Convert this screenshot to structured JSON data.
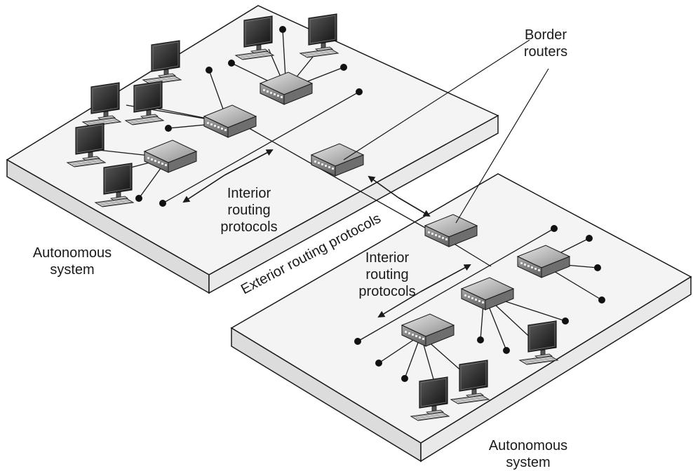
{
  "labels": {
    "border_routers_line1": "Border",
    "border_routers_line2": "routers",
    "interior_left_line1": "Interior",
    "interior_left_line2": "routing",
    "interior_left_line3": "protocols",
    "interior_right_line1": "Interior",
    "interior_right_line2": "routing",
    "interior_right_line3": "protocols",
    "as_left_line1": "Autonomous",
    "as_left_line2": "system",
    "as_right_line1": "Autonomous",
    "as_right_line2": "system",
    "exterior": "Exterior routing protocols"
  },
  "colors": {
    "platform_top": "#f4f4f4",
    "platform_side": "#dcdcdc",
    "stroke": "#1a1a1a",
    "router_body": "#8a8a8a",
    "monitor_screen": "#2b2b2b"
  },
  "icons": {
    "router": "router-icon",
    "computer": "computer-icon",
    "endpoint": "host-dot-icon"
  }
}
